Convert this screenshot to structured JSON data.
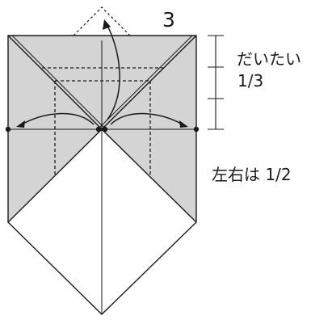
{
  "step_number": "3",
  "label_approx": "だいたい",
  "label_one_third": "1/3",
  "label_half": "左右は 1/2",
  "colors": {
    "paper_fill": "#d4d4d4",
    "paper_white": "#ffffff",
    "line": "#1a1a1a"
  }
}
